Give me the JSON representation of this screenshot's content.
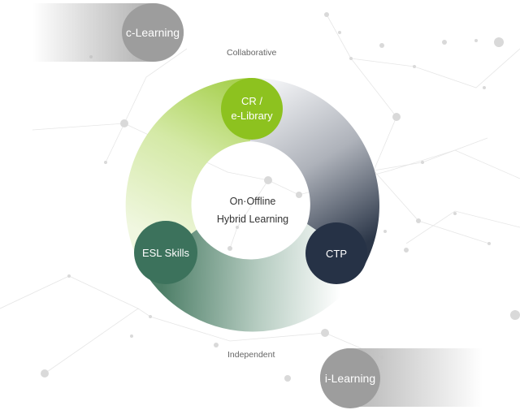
{
  "labels": {
    "collaborative": "Collaborative",
    "independent": "Independent"
  },
  "pills": {
    "c_learning": "c-Learning",
    "i_learning": "i-Learning"
  },
  "nodes": {
    "cr_line1": "CR /",
    "cr_line2": "e-Library",
    "esl": "ESL Skills",
    "ctp": "CTP"
  },
  "center": {
    "line1": "On·Offline",
    "line2": "Hybrid Learning"
  },
  "colors": {
    "green_light": "#8dc21f",
    "green_dark": "#3c725c",
    "navy": "#263246",
    "gray_pill": "#9d9d9d"
  }
}
